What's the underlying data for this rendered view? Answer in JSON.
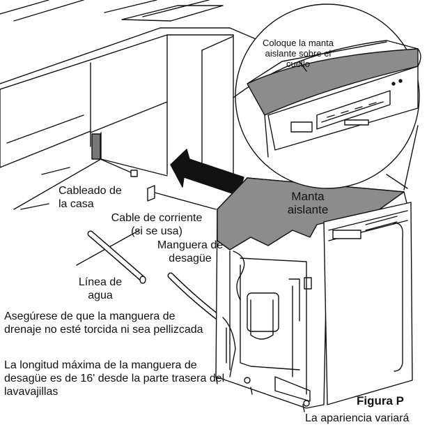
{
  "labels": {
    "callout": "Coloque la manta aislante sobre el cuello",
    "insulation_blanket": "Manta aislante",
    "house_wiring": "Cableado de la casa",
    "power_cord": "Cable de corriente (si se usa)",
    "drain_hose": "Manguera de desagüe",
    "water_line": "Línea de agua",
    "note_kink": "Asegúrese de que la manguera de drenaje no esté torcida ni sea pellizcada",
    "note_length": "La longitud máxima de la manguera de desagüe es de 16' desde la parte trasera del lavavajillas",
    "figure_caption": "Figura P",
    "appearance_note": "La apariencia variará"
  },
  "colors": {
    "line": "#111111",
    "blanket_fill": "#8c8c8c",
    "background": "#ffffff"
  }
}
